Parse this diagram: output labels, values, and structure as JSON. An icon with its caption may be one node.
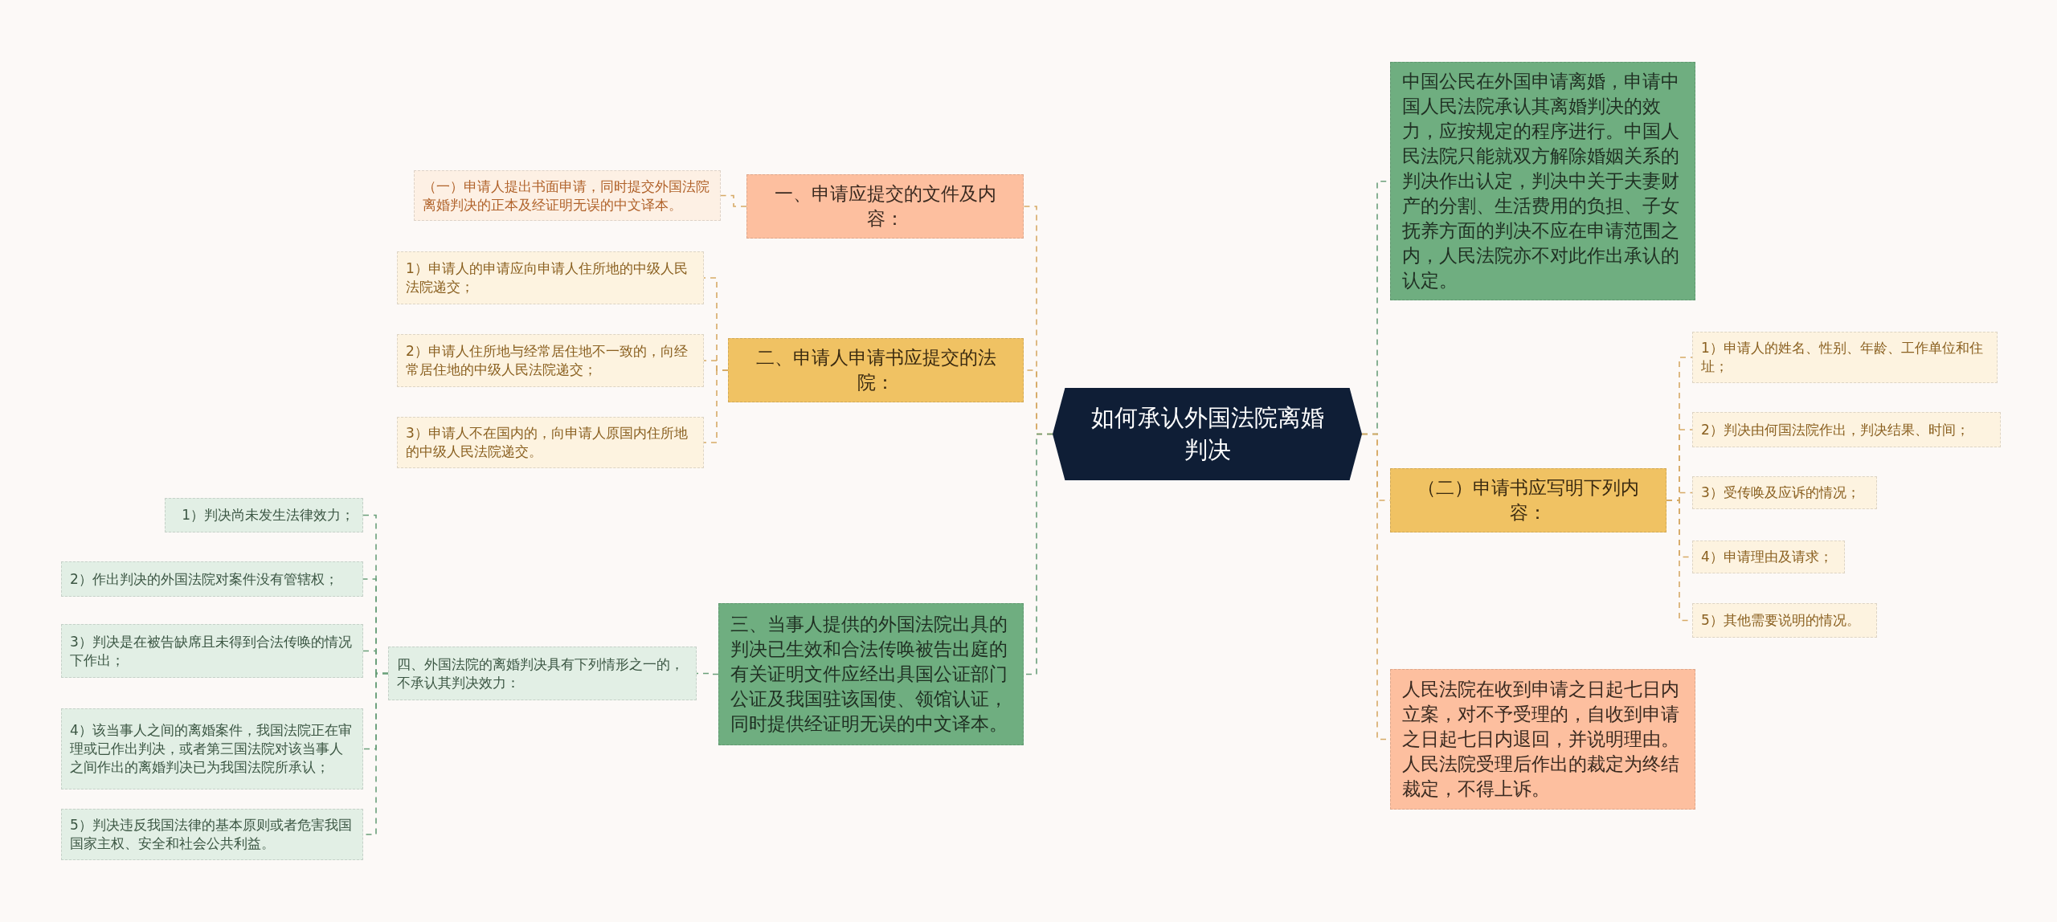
{
  "diagram": {
    "nodes": [
      {
        "text": [
          "如何承认外国法院离婚判决"
        ]
      },
      {
        "text": [
          "一、申请应提交的文件及内容："
        ]
      },
      {
        "text": [
          "（一）申请人提出书面申请，同时提交外国法院离婚判决的正本及经证明无误的中文译本。"
        ]
      },
      {
        "text": [
          "二、申请人申请书应提交的法院："
        ]
      },
      {
        "text": [
          "1）申请人的申请应向申请人住所地的中级人民法院递交；"
        ]
      },
      {
        "text": [
          "2）申请人住所地与经常居住地不一致的，向经常居住地的中级人民法院递交；"
        ]
      },
      {
        "text": [
          "3）申请人不在国内的，向申请人原国内住所地的中级人民法院递交。"
        ]
      },
      {
        "text": [
          "三、当事人提供的外国法院出具的判决已生效和合法传唤被告出庭的有关证明文件应经出具国公证部门公证及我国驻该国使、领馆认证，同时提供经证明无误的中文译本。"
        ]
      },
      {
        "text": [
          "四、外国法院的离婚判决具有下列情形之一的，不承认其判决效力："
        ]
      },
      {
        "text": [
          "1）判决尚未发生法律效力；"
        ]
      },
      {
        "text": [
          "2）作出判决的外国法院对案件没有管辖权；"
        ]
      },
      {
        "text": [
          "3）判决是在被告缺席且未得到合法传唤的情况下作出；"
        ]
      },
      {
        "text": [
          "4）该当事人之间的离婚案件，我国法院正在审理或已作出判决，或者第三国法院对该当事人之间作出的离婚判决已为我国法院所承认；"
        ]
      },
      {
        "text": [
          "5）判决违反我国法律的基本原则或者危害我国国家主权、安全和社会公共利益。"
        ]
      },
      {
        "text": [
          "中国公民在外国申请离婚，申请中国人民法院承认其离婚判决的效力，应按规定的程序进行。中国人民法院只能就双方解除婚姻关系的判决作出认定，判决中关于夫妻财产的分割、生活费用的负担、子女抚养方面的判决不应在申请范围之内，人民法院亦不对此作出承认的认定。"
        ]
      },
      {
        "text": [
          "（二）申请书应写明下列内容："
        ]
      },
      {
        "text": [
          "1）申请人的姓名、性别、年龄、工作单位和住址；"
        ]
      },
      {
        "text": [
          "2）判决由何国法院作出，判决结果、时间；"
        ]
      },
      {
        "text": [
          "3）受传唤及应诉的情况；"
        ]
      },
      {
        "text": [
          "4）申请理由及请求；"
        ]
      },
      {
        "text": [
          "5）其他需要说明的情况。"
        ]
      },
      {
        "text": [
          "人民法院在收到申请之日起七日内立案，对不予受理的，自收到申请之日起七日内退回，并说明理由。人民法院受理后作出的裁定为终结裁定，不得上诉。"
        ]
      }
    ],
    "edges": [
      {
        "from": 0,
        "to": 1,
        "arrow": "none"
      },
      {
        "from": 1,
        "to": 2,
        "arrow": "none"
      },
      {
        "from": 0,
        "to": 3,
        "arrow": "none"
      },
      {
        "from": 3,
        "to": 4,
        "arrow": "none"
      },
      {
        "from": 3,
        "to": 5,
        "arrow": "none"
      },
      {
        "from": 3,
        "to": 6,
        "arrow": "none"
      },
      {
        "from": 0,
        "to": 7,
        "arrow": "none",
        "color": "#6a9f7a"
      },
      {
        "from": 7,
        "to": 8,
        "arrow": "none",
        "color": "#6a9f7a"
      },
      {
        "from": 8,
        "to": 9,
        "arrow": "none",
        "color": "#6a9f7a"
      },
      {
        "from": 8,
        "to": 10,
        "arrow": "none",
        "color": "#6a9f7a"
      },
      {
        "from": 8,
        "to": 11,
        "arrow": "none",
        "color": "#6a9f7a"
      },
      {
        "from": 8,
        "to": 12,
        "arrow": "none",
        "color": "#6a9f7a"
      },
      {
        "from": 8,
        "to": 13,
        "arrow": "none",
        "color": "#6a9f7a"
      },
      {
        "from": 0,
        "to": 14,
        "arrow": "none",
        "color": "#6a9f7a"
      },
      {
        "from": 0,
        "to": 15,
        "arrow": "none"
      },
      {
        "from": 15,
        "to": 16,
        "arrow": "none"
      },
      {
        "from": 15,
        "to": 17,
        "arrow": "none"
      },
      {
        "from": 15,
        "to": 18,
        "arrow": "none"
      },
      {
        "from": 15,
        "to": 19,
        "arrow": "none"
      },
      {
        "from": 15,
        "to": 20,
        "arrow": "none"
      },
      {
        "from": 0,
        "to": 21,
        "arrow": "none"
      }
    ]
  }
}
